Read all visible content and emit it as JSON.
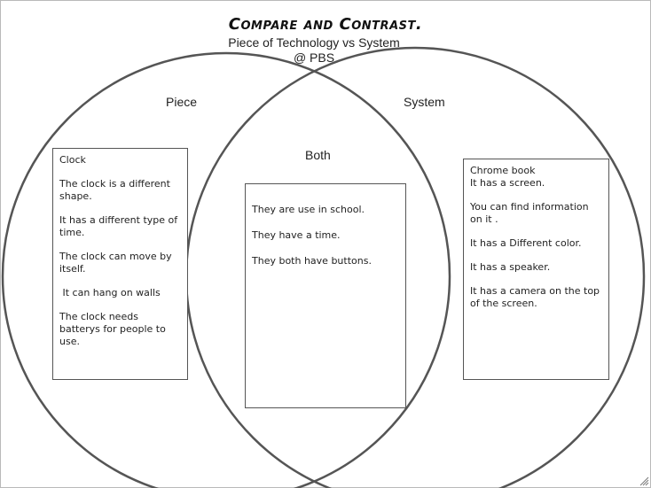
{
  "header": {
    "title": "Compare and Contrast.",
    "subtitle": "Piece of Technology vs System",
    "credit": "@ PBS"
  },
  "venn": {
    "left_label": "Piece",
    "right_label": "System",
    "middle_label": "Both",
    "left_items": [
      "Clock",
      "The clock is a different shape.",
      "It has a different type of time.",
      "The clock can move by itself.",
      " It can hang on walls",
      "The clock needs batterys for people to use."
    ],
    "middle_items": [
      "They are use in school.",
      "They have a time.",
      "They both have buttons."
    ],
    "right_items": [
      "Chrome book",
      "It has a screen.",
      "You can find information on it .",
      "It has a Different color.",
      "It has a speaker.",
      "It has a camera on the top of the screen."
    ]
  },
  "colors": {
    "circle_stroke": "#555555",
    "box_border": "#555555",
    "frame_border": "#b9b9b9"
  },
  "icons": {
    "corner": "resize-grip-icon"
  }
}
